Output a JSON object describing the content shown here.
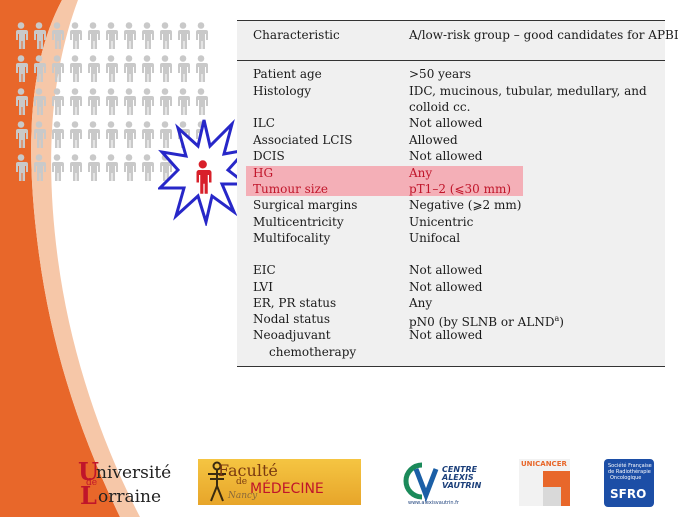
{
  "table": {
    "header": {
      "col1": "Characteristic",
      "col2": "A/low-risk group – good candidates for APBI"
    },
    "rows": [
      {
        "label": "Patient age",
        "value": ">50 years"
      },
      {
        "label": "Histology",
        "value": "IDC, mucinous, tubular, medullary, and"
      },
      {
        "label": "",
        "value": "colloid cc."
      },
      {
        "label": "ILC",
        "value": "Not allowed"
      },
      {
        "label": "Associated LCIS",
        "value": "Allowed"
      },
      {
        "label": "DCIS",
        "value": "Not allowed"
      },
      {
        "label": "HG",
        "value": "Any"
      },
      {
        "label": "Tumour size",
        "value": "pT1–2 (⩽30 mm)"
      },
      {
        "label": "Surgical margins",
        "value": "Negative (⩾2 mm)"
      },
      {
        "label": "Multicentricity",
        "value": "Unicentric"
      },
      {
        "label": "Multifocality",
        "value": "Unifocal"
      },
      {
        "label": "EIC",
        "value": "Not allowed"
      },
      {
        "label": "LVI",
        "value": "Not allowed"
      },
      {
        "label": "ER, PR status",
        "value": "Any"
      },
      {
        "label": "Nodal status",
        "value": "pN0 (by SLNB or ALND"
      },
      {
        "label": "Neoadjuvant",
        "value": "Not allowed"
      },
      {
        "label": "chemotherapy",
        "value": ""
      }
    ],
    "nodal_sup": "a",
    "nodal_close": ")"
  },
  "logos": {
    "ul": {
      "line1": "niversité",
      "big_u": "U",
      "line2": "orraine",
      "big_l": "L",
      "de": "de"
    },
    "fac": {
      "line1": "Faculté",
      "de": "de",
      "line2": "MÉDECINE",
      "nancy": "Nancy"
    },
    "cav": {
      "text1": "CENTRE",
      "text2": "ALEXIS",
      "text3": "VAUTRIN",
      "url": "www.alexisvautrin.fr"
    },
    "uc": {
      "text": "UNICANCER"
    },
    "sfro": {
      "small1": "Société Française",
      "small2": "de Radiothérapie",
      "small3": "Oncologique",
      "big": "SFRO"
    }
  },
  "colors": {
    "orange": "#e8672a",
    "highlight": "#f4a3ad",
    "red_text": "#c0152a",
    "person_gray": "#c9c9c9",
    "person_red": "#d8202a",
    "burst_border": "#2727c8"
  },
  "icons": [
    "person-icon",
    "starburst-icon"
  ]
}
